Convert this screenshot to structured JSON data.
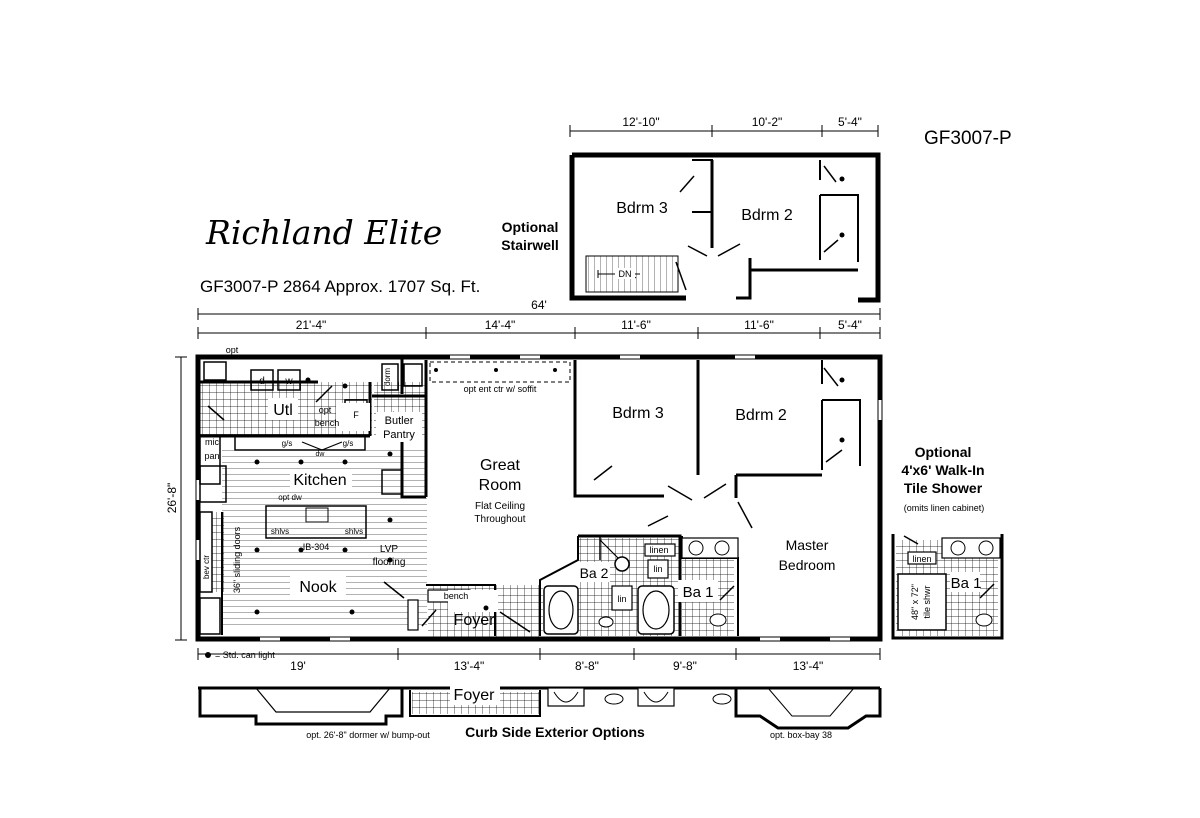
{
  "model_code": "GF3007-P",
  "plan_name": "Richland Elite",
  "plan_subtitle": "GF3007-P 2864  Approx. 1707 Sq. Ft.",
  "optional_stairwell": [
    "Optional",
    "Stairwell"
  ],
  "stair_dn": "DN",
  "upper_dims": [
    "12'-10\"",
    "10'-2\"",
    "5'-4\""
  ],
  "overall_width": "64'",
  "overall_depth": "26'-8\"",
  "top_dims": [
    "21'-4\"",
    "14'-4\"",
    "11'-6\"",
    "11'-6\"",
    "5'-4\""
  ],
  "bottom_dims": [
    "19'",
    "13'-4\"",
    "8'-8\"",
    "9'-8\"",
    "13'-4\""
  ],
  "rooms": {
    "bdrm3": "Bdrm 3",
    "bdrm2": "Bdrm 2",
    "great_room": [
      "Great",
      "Room"
    ],
    "flat_ceiling": [
      "Flat Ceiling",
      "Throughout"
    ],
    "kitchen": "Kitchen",
    "nook": "Nook",
    "utl": "Utl",
    "butler_pantry": [
      "Butler",
      "Pantry"
    ],
    "master": [
      "Master",
      "Bedroom"
    ],
    "ba1": "Ba 1",
    "ba2": "Ba 2",
    "foyer": "Foyer",
    "lvp": [
      "LVP",
      "flooring"
    ]
  },
  "labels": {
    "opt_top": "opt",
    "d": "d",
    "w": "w",
    "opt_bench": [
      "opt",
      "bench"
    ],
    "f": "F",
    "opt_ent": "opt ent ctr w/ soffit",
    "mic_pan": [
      "mic",
      "pan"
    ],
    "gs1": "g/s",
    "gs2": "g/s",
    "opt_dw": "opt dw",
    "dw": "dw",
    "shlvs1": "shlvs",
    "shlvs2": "shlvs",
    "ib": "IB-304",
    "sliding": "36\" sliding doors",
    "bev": "bev ctr",
    "bench": "bench",
    "linen": "linen",
    "lin1": "lin",
    "lin2": "lin",
    "can_light": "= Std. can light",
    "dorm": "dorm"
  },
  "shower_option": {
    "title": [
      "Optional",
      "4'x6' Walk-In",
      "Tile Shower"
    ],
    "note": "(omits linen cabinet)",
    "linen": "linen",
    "shower": [
      "48\" x 72\"",
      "tile shwr"
    ],
    "ba1": "Ba 1"
  },
  "exterior": {
    "title": "Curb Side Exterior Options",
    "foyer": "Foyer",
    "dormer": "opt. 26'-8\" dormer w/ bump-out",
    "boxbay": "opt. box-bay 38"
  }
}
